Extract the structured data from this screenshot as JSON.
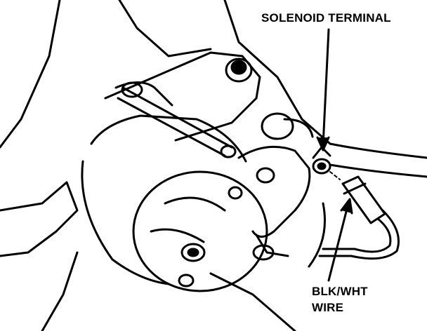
{
  "labels": {
    "solenoid_terminal": "SOLENOID TERMINAL",
    "wire_line1": "BLK/WHT",
    "wire_line2": "WIRE"
  },
  "colors": {
    "ink": "#000000",
    "paper": "#ffffff"
  }
}
